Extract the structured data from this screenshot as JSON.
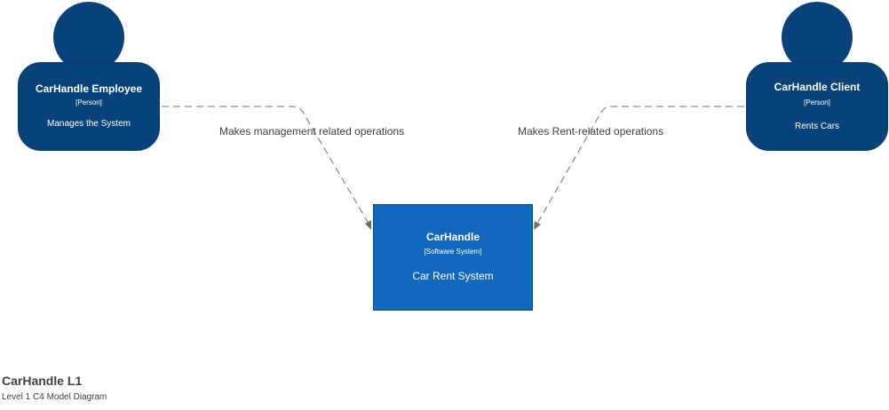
{
  "colors": {
    "person": "#08427b",
    "software_system": "#1168bd",
    "edge": "#707070",
    "text": "#404040"
  },
  "nodes": {
    "employee": {
      "name": "CarHandle Employee",
      "type": "[Person]",
      "description": "Manages the System"
    },
    "client": {
      "name": "CarHandle Client",
      "type": "[Person]",
      "description": "Rents Cars"
    },
    "system": {
      "name": "CarHandle",
      "type": "[Software System]",
      "description": "Car Rent System"
    }
  },
  "edges": [
    {
      "from": "employee",
      "to": "system",
      "label": "Makes management related operations"
    },
    {
      "from": "client",
      "to": "system",
      "label": "Makes Rent-related operations"
    }
  ],
  "diagram": {
    "title": "CarHandle L1",
    "subtitle": "Level 1 C4 Model Diagram"
  }
}
